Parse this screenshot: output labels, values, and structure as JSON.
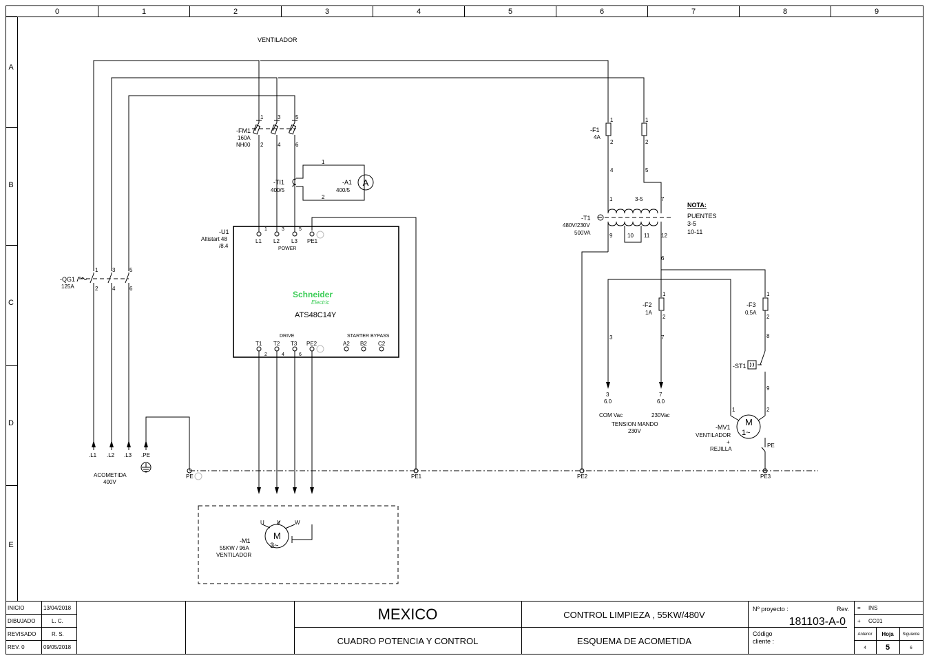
{
  "colors": {
    "ink": "#000000",
    "paper": "#ffffff",
    "brand_green": "#3dcd58"
  },
  "grid": {
    "columns": [
      "0",
      "1",
      "2",
      "3",
      "4",
      "5",
      "6",
      "7",
      "8",
      "9"
    ],
    "rows": [
      "A",
      "B",
      "C",
      "D",
      "E"
    ]
  },
  "labels": {
    "ventilador_top": "VENTILADOR",
    "fm1_ref": "-FM1",
    "fm1_rating": "160A",
    "fm1_type": "NH00",
    "fm1_terms": [
      "1",
      "3",
      "5",
      "2",
      "4",
      "6"
    ],
    "ti1_ref": "-TI1",
    "ti1_ratio": "400/5",
    "a1_ref": "-A1",
    "a1_ratio": "400/5",
    "a1_symbol": "A",
    "ti1_wire1": "1",
    "ti1_wire2": "2",
    "u1_ref": "-U1",
    "u1_desc1": "Altistart 48",
    "u1_desc2": "/8.4",
    "u1_in": [
      "L1",
      "L2",
      "L3",
      "PE1"
    ],
    "u1_in_nums": [
      "1",
      "3",
      "5"
    ],
    "u1_power": "POWER",
    "brand_line1": "Schneider",
    "brand_line2": "Electric",
    "u1_model": "ATS48C14Y",
    "u1_drive": "DRIVE",
    "u1_bypass": "STARTER BYPASS",
    "u1_out": [
      "T1",
      "T2",
      "T3",
      "PE2",
      "A2",
      "B2",
      "C2"
    ],
    "u1_out_nums": [
      "2",
      "4",
      "6"
    ],
    "qg1_ref": "-QG1",
    "qg1_rating": "125A",
    "qg1_terms": [
      "1",
      "3",
      "5",
      "2",
      "4",
      "6"
    ],
    "feeders": [
      ".L1",
      ".L2",
      ".L3",
      ".PE"
    ],
    "acometida": "ACOMETIDA",
    "acometida_v": "400V",
    "pe_labels": [
      "PE",
      "PE1",
      "PE2",
      "PE3"
    ],
    "m1_ref": "-M1",
    "m1_rating": "55KW / 96A",
    "m1_name": "VENTILADOR",
    "m1_terms": [
      "U",
      "V",
      "W"
    ],
    "m1_symbol": "M",
    "m1_phase": "3~",
    "f1_ref": "-F1",
    "f1_rating": "4A",
    "f1_terms": [
      "1",
      "2",
      "1",
      "2"
    ],
    "wires_f1": [
      "4",
      "5"
    ],
    "t1_ref": "-T1",
    "t1_volt": "480V/230V",
    "t1_va": "500VA",
    "t1_prim": [
      "1",
      "3-5",
      "7"
    ],
    "t1_sec": [
      "9",
      "10",
      "11",
      "12"
    ],
    "nota_title": "NOTA:",
    "nota_lines": [
      "PUENTES",
      "3-5",
      "10-11"
    ],
    "wire_6": "6",
    "f2_ref": "-F2",
    "f2_rating": "1A",
    "f2_terms": [
      "1",
      "2"
    ],
    "f3_ref": "-F3",
    "f3_rating": "0,5A",
    "f3_terms": [
      "1",
      "2"
    ],
    "wires_mid": [
      "3",
      "7",
      "8",
      "9"
    ],
    "out3_num": "3",
    "out3_ref": "6.0",
    "out7_num": "7",
    "out7_ref": "6.0",
    "com_vac": "COM Vac",
    "v230vac": "230Vac",
    "tension_mando": "TENSION MANDO",
    "tension_230": "230V",
    "st1_ref": "-ST1",
    "mv1_ref": "-MV1",
    "mv1_l1": "VENTILADOR",
    "mv1_l2": "+",
    "mv1_l3": "REJILLA",
    "mv1_symbol": "M",
    "mv1_phase": "1~",
    "mv1_terms": [
      "1",
      "2"
    ],
    "mv1_pe": "PE"
  },
  "title_block": {
    "rows": [
      {
        "label": "INICIO",
        "value": "13/04/2018"
      },
      {
        "label": "DIBUJADO",
        "value": "L. C."
      },
      {
        "label": "REVISADO",
        "value": "R. S."
      },
      {
        "label": "REV. 0",
        "value": "09/05/2018"
      }
    ],
    "client": "MEXICO",
    "board": "CUADRO POTENCIA Y CONTROL",
    "title1": "CONTROL LIMPIEZA , 55KW/480V",
    "title2": "ESQUEMA DE ACOMETIDA",
    "project_label": "Nº proyecto :",
    "rev_label": "Rev.",
    "project": "181103-A-0",
    "code_label1": "Código",
    "code_label2": "cliente :",
    "ins_sym": "=",
    "ins": "INS",
    "cc_sym": "+",
    "cc": "CC01",
    "prev_label": "Anterior",
    "sheet_label": "Hoja",
    "next_label": "Siguiente",
    "prev": "4",
    "sheet": "5",
    "next": "6"
  }
}
